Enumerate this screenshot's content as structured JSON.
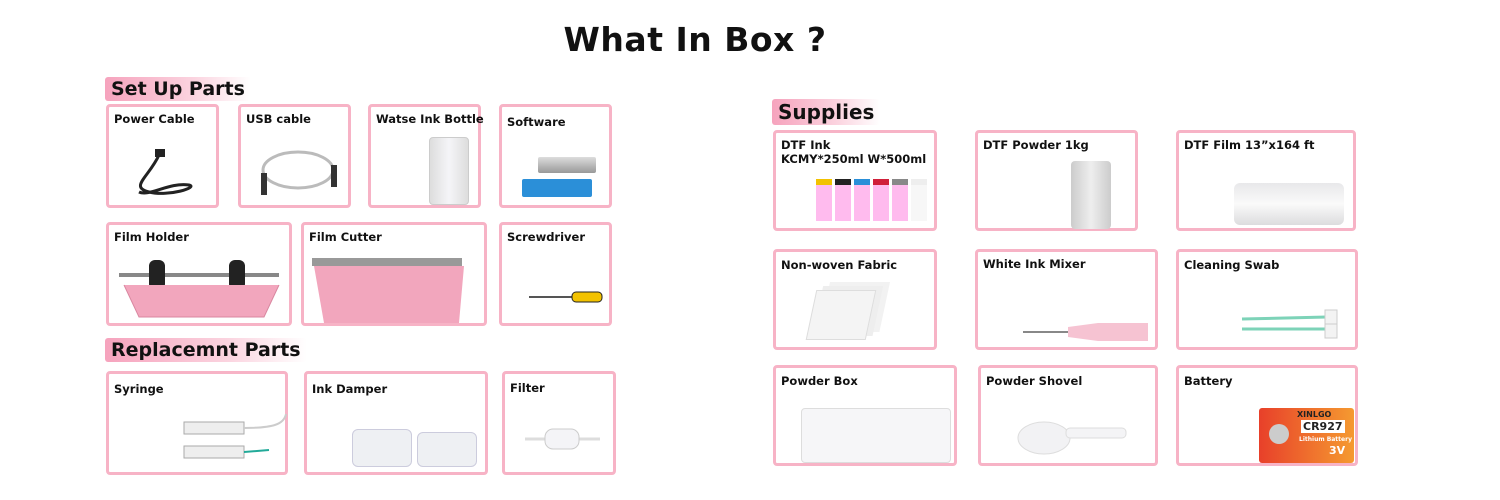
{
  "title": "What In Box ?",
  "sections": {
    "setup": {
      "label": "Set Up Parts",
      "items": [
        "Power Cable",
        "USB cable",
        "Watse Ink Bottle",
        "Software",
        "Film Holder",
        "Film Cutter",
        "Screwdriver"
      ]
    },
    "replacement": {
      "label": "Replacemnt Parts",
      "items": [
        "Syringe",
        "Ink Damper",
        "Filter"
      ]
    },
    "supplies": {
      "label": "Supplies",
      "items": [
        "DTF Ink",
        "DTF Powder 1kg",
        "DTF Film 13”x164 ft",
        "Non-woven Fabric",
        "White Ink Mixer",
        "Cleaning Swab",
        "Powder Box",
        "Powder Shovel",
        "Battery"
      ],
      "ink_detail": "KCMY*250ml W*500ml"
    }
  },
  "battery": {
    "brand": "XINLGO",
    "model": "CR927",
    "type": "Lithium Battery",
    "voltage": "3V"
  },
  "colors": {
    "accent": "#f7b3c6",
    "header_bg": "#f6a3bd",
    "film_cutter": "#f2a6bd"
  }
}
